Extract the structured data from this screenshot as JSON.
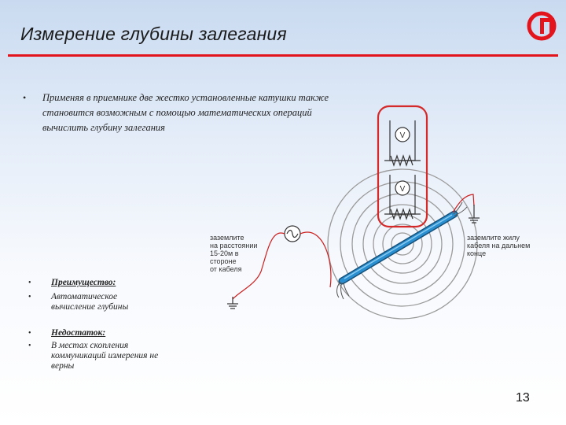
{
  "title": "Измерение глубины залегания",
  "page_number": "13",
  "logo": {
    "name": "company-logo-icon",
    "color": "#e3141c"
  },
  "main_bullet": {
    "marker": "•",
    "text": "Применяя в приемнике две жестко установленные катушки также становится возможным с помощью математических операций вычислить глубину залегания"
  },
  "advantage": {
    "marker": "•",
    "label": "Преимущество:",
    "text": "Автоматическое вычисление глубины"
  },
  "disadvantage": {
    "marker": "•",
    "label": "Недостаток:",
    "text": "В местах скопления коммуникаций измерения не верны"
  },
  "diagram": {
    "left_note": [
      "заземлите",
      "на расстоянии",
      "15-20м в",
      "стороне",
      "от кабеля"
    ],
    "right_note": [
      "заземлите жилу",
      "кабеля на дальнем",
      "конце"
    ],
    "coil_symbol": "V",
    "colors": {
      "cable": "#2a8fd0",
      "wire": "#cc1f1f",
      "receiver_frame": "#d42a2a",
      "field_rings": "#9a9a9a"
    }
  }
}
